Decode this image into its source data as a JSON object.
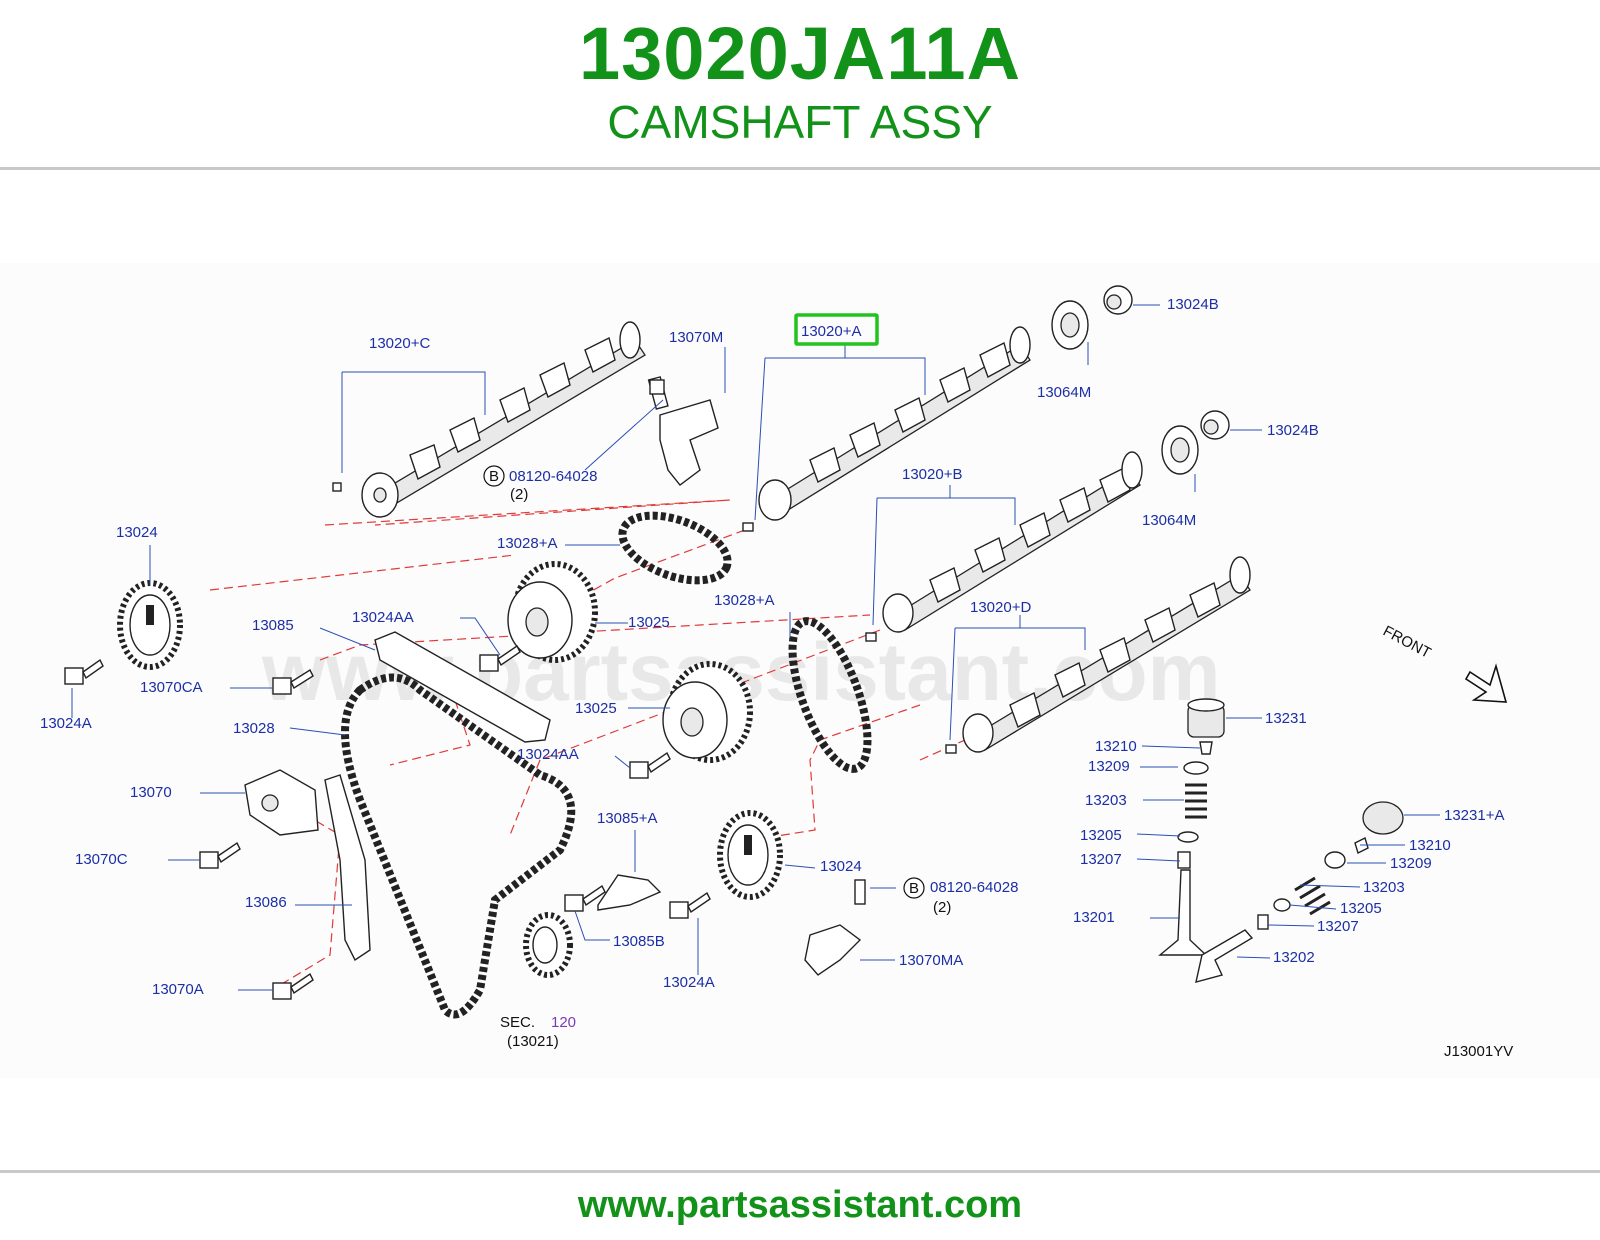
{
  "header": {
    "part_number": "13020JA11A",
    "part_name": "CAMSHAFT ASSY"
  },
  "diagram": {
    "watermark": "www.partsassistant.com",
    "drawing_code": "J13001YV",
    "front_label": "FRONT",
    "highlight_color": "#22c31f",
    "labels": {
      "cam_c": "13020+C",
      "cam_a": "13020+A",
      "cam_b": "13020+B",
      "cam_d": "13020+D",
      "sensor_m": "13070M",
      "bolt_a": "08120-64028",
      "bolt_a_qty": "(2)",
      "bolt_b": "08120-64028",
      "bolt_b_qty": "(2)",
      "circle_b": "B",
      "plug_1": "13024B",
      "plug_2": "13024B",
      "seal_1": "13064M",
      "seal_2": "13064M",
      "chain_1": "13028+A",
      "chain_2": "13028+A",
      "sprocket_left": "13024",
      "sprocket_right": "13024",
      "guide": "13085",
      "bolt_aa_1": "13024AA",
      "bolt_aa_2": "13024AA",
      "vvt_1": "13025",
      "vvt_2": "13025",
      "bolt_ca": "13070CA",
      "bolt_24a_1": "13024A",
      "bolt_24a_2": "13024A",
      "chain_main": "13028",
      "tensioner": "13070",
      "bolt_c": "13070C",
      "slack_guide": "13086",
      "bolt_70a": "13070A",
      "guide_a": "13085+A",
      "bolt_85b": "13085B",
      "sensor_ma": "13070MA",
      "sec": "SEC.",
      "sec_num": "120",
      "sec_ref": "(13021)",
      "lifter": "13231",
      "lifter_a": "13231+A",
      "collet_1": "13210",
      "collet_2": "13210",
      "retainer_1": "13209",
      "retainer_2": "13209",
      "spring_1": "13203",
      "spring_2": "13203",
      "seat_1": "13205",
      "seat_2": "13205",
      "seal_v1": "13207",
      "seal_v2": "13207",
      "valve_in": "13201",
      "valve_ex": "13202"
    }
  },
  "footer": {
    "url": "www.partsassistant.com"
  }
}
